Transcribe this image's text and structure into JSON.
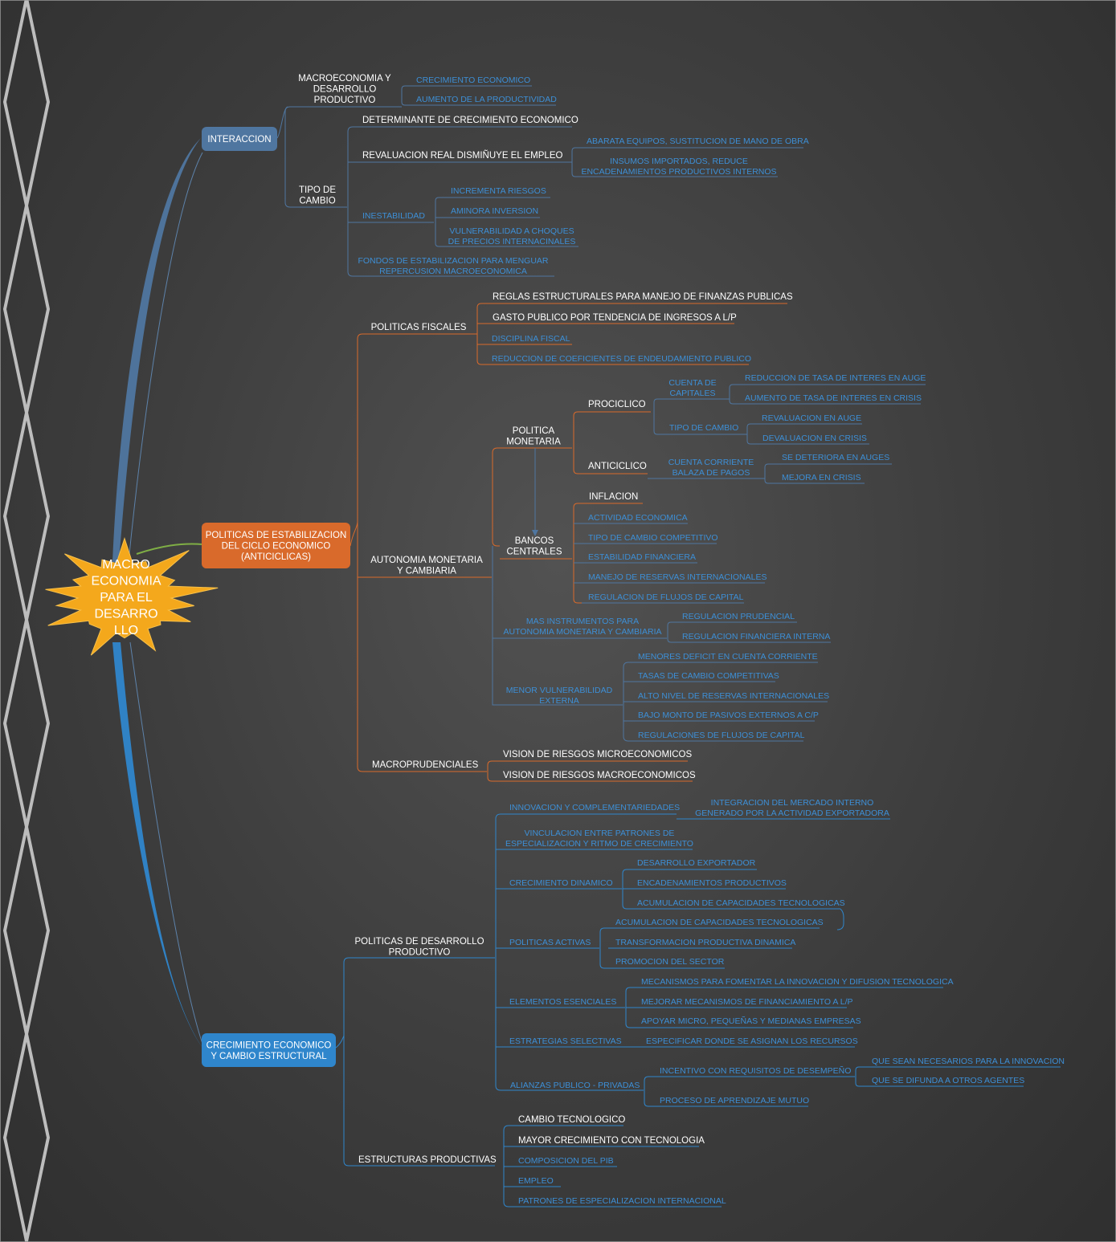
{
  "central": {
    "lines": [
      "MACRO",
      "ECONOMIA",
      "PARA EL",
      "DESARRO",
      "LLO"
    ]
  },
  "colors": {
    "interaccion": "#4f76a0",
    "politicas": "#d96a2b",
    "crecimiento": "#2f86cc",
    "blue_text": "#3d8fd6",
    "bg": "#3d3d3d"
  },
  "branches": [
    {
      "id": "interaccion",
      "lines": [
        "INTERACCION"
      ]
    },
    {
      "id": "politicas",
      "lines": [
        "POLITICAS DE ESTABILIZACION",
        "DEL CICLO ECONOMICO",
        "(ANTICICLICAS)"
      ]
    },
    {
      "id": "crecimiento",
      "lines": [
        "CRECIMIENTO ECONOMICO",
        "Y CAMBIO ESTRUCTURAL"
      ]
    }
  ],
  "nodes": [
    {
      "id": "n1",
      "lines": [
        "MACROECONOMIA Y",
        "DESARROLLO",
        "PRODUCTIVO"
      ],
      "style": "w"
    },
    {
      "id": "n2",
      "lines": [
        "CRECIMIENTO ECONOMICO"
      ],
      "style": "b"
    },
    {
      "id": "n3",
      "lines": [
        "AUMENTO DE LA PRODUCTIVIDAD"
      ],
      "style": "b"
    },
    {
      "id": "n4",
      "lines": [
        "TIPO DE",
        "CAMBIO"
      ],
      "style": "w"
    },
    {
      "id": "n5",
      "lines": [
        "DETERMINANTE DE CRECIMIENTO ECONOMICO"
      ],
      "style": "w"
    },
    {
      "id": "n6",
      "lines": [
        "REVALUACION REAL DISMIÑUYE EL EMPLEO"
      ],
      "style": "w"
    },
    {
      "id": "n7",
      "lines": [
        "ABARATA EQUIPOS, SUSTITUCION DE MANO DE OBRA"
      ],
      "style": "b"
    },
    {
      "id": "n8",
      "lines": [
        "INSUMOS IMPORTADOS, REDUCE",
        "ENCADENAMIENTOS PRODUCTIVOS INTERNOS"
      ],
      "style": "b"
    },
    {
      "id": "n9",
      "lines": [
        "INESTABILIDAD"
      ],
      "style": "b"
    },
    {
      "id": "n10",
      "lines": [
        "INCREMENTA RIESGOS"
      ],
      "style": "b"
    },
    {
      "id": "n11",
      "lines": [
        "AMINORA INVERSION"
      ],
      "style": "b"
    },
    {
      "id": "n12",
      "lines": [
        "VULNERABILIDAD A CHOQUES",
        "DE PRECIOS INTERNACINALES"
      ],
      "style": "b"
    },
    {
      "id": "n13",
      "lines": [
        "FONDOS DE ESTABILIZACION PARA MENGUAR",
        "REPERCUSION MACROECONOMICA"
      ],
      "style": "b"
    },
    {
      "id": "p1",
      "lines": [
        "POLITICAS FISCALES"
      ],
      "style": "w"
    },
    {
      "id": "p2",
      "lines": [
        "REGLAS ESTRUCTURALES PARA MANEJO DE FINANZAS PUBLICAS"
      ],
      "style": "w"
    },
    {
      "id": "p3",
      "lines": [
        "GASTO PUBLICO POR TENDENCIA DE INGRESOS A L/P"
      ],
      "style": "w"
    },
    {
      "id": "p4",
      "lines": [
        "DISCIPLINA FISCAL"
      ],
      "style": "b"
    },
    {
      "id": "p5",
      "lines": [
        "REDUCCION DE COEFICIENTES DE ENDEUDAMIENTO PUBLICO"
      ],
      "style": "b"
    },
    {
      "id": "p6",
      "lines": [
        "AUTONOMIA MONETARIA",
        "Y CAMBIARIA"
      ],
      "style": "w"
    },
    {
      "id": "p7",
      "lines": [
        "POLITICA",
        "MONETARIA"
      ],
      "style": "w"
    },
    {
      "id": "p8",
      "lines": [
        "PROCICLICO"
      ],
      "style": "w"
    },
    {
      "id": "p9",
      "lines": [
        "CUENTA DE",
        "CAPITALES"
      ],
      "style": "b"
    },
    {
      "id": "p10",
      "lines": [
        "REDUCCION DE TASA DE INTERES EN AUGE"
      ],
      "style": "b"
    },
    {
      "id": "p11",
      "lines": [
        "AUMENTO DE TASA DE INTERES EN CRISIS"
      ],
      "style": "b"
    },
    {
      "id": "p12",
      "lines": [
        "TIPO DE CAMBIO"
      ],
      "style": "b"
    },
    {
      "id": "p13",
      "lines": [
        "REVALUACION EN AUGE"
      ],
      "style": "b"
    },
    {
      "id": "p14",
      "lines": [
        "DEVALUACION EN CRISIS"
      ],
      "style": "b"
    },
    {
      "id": "p15",
      "lines": [
        "ANTICICLICO"
      ],
      "style": "w"
    },
    {
      "id": "p16",
      "lines": [
        "CUENTA CORRIENTE",
        "BALAZA DE PAGOS"
      ],
      "style": "b"
    },
    {
      "id": "p17",
      "lines": [
        "SE DETERIORA EN AUGES"
      ],
      "style": "b"
    },
    {
      "id": "p18",
      "lines": [
        "MEJORA EN CRISIS"
      ],
      "style": "b"
    },
    {
      "id": "p19",
      "lines": [
        "BANCOS",
        "CENTRALES"
      ],
      "style": "w"
    },
    {
      "id": "p20",
      "lines": [
        "INFLACION"
      ],
      "style": "w"
    },
    {
      "id": "p21",
      "lines": [
        "ACTIVIDAD ECONOMICA"
      ],
      "style": "b"
    },
    {
      "id": "p22",
      "lines": [
        "TIPO DE CAMBIO COMPETITIVO"
      ],
      "style": "b"
    },
    {
      "id": "p23",
      "lines": [
        "ESTABILIDAD FINANCIERA"
      ],
      "style": "b"
    },
    {
      "id": "p24",
      "lines": [
        "MANEJO DE RESERVAS INTERNACIONALES"
      ],
      "style": "b"
    },
    {
      "id": "p25",
      "lines": [
        "REGULACION DE FLUJOS DE CAPITAL"
      ],
      "style": "b"
    },
    {
      "id": "p26",
      "lines": [
        "MAS INSTRUMENTOS PARA",
        "AUTONOMIA MONETARIA Y CAMBIARIA"
      ],
      "style": "b"
    },
    {
      "id": "p27",
      "lines": [
        "REGULACION PRUDENCIAL"
      ],
      "style": "b"
    },
    {
      "id": "p28",
      "lines": [
        "REGULACION FINANCIERA INTERNA"
      ],
      "style": "b"
    },
    {
      "id": "p29",
      "lines": [
        "MENOR VULNERABILIDAD",
        "EXTERNA"
      ],
      "style": "b"
    },
    {
      "id": "p30",
      "lines": [
        "MENORES DEFICIT EN CUENTA CORRIENTE"
      ],
      "style": "b"
    },
    {
      "id": "p31",
      "lines": [
        "TASAS DE CAMBIO COMPETITIVAS"
      ],
      "style": "b"
    },
    {
      "id": "p32",
      "lines": [
        "ALTO NIVEL DE RESERVAS INTERNACIONALES"
      ],
      "style": "b"
    },
    {
      "id": "p33",
      "lines": [
        "BAJO MONTO DE PASIVOS EXTERNOS A C/P"
      ],
      "style": "b"
    },
    {
      "id": "p34",
      "lines": [
        "REGULACIONES DE FLUJOS DE CAPITAL"
      ],
      "style": "b"
    },
    {
      "id": "p35",
      "lines": [
        "MACROPRUDENCIALES"
      ],
      "style": "w"
    },
    {
      "id": "p36",
      "lines": [
        "VISION DE RIESGOS MICROECONOMICOS"
      ],
      "style": "w"
    },
    {
      "id": "p37",
      "lines": [
        "VISION DE RIESGOS MACROECONOMICOS"
      ],
      "style": "w"
    },
    {
      "id": "c1",
      "lines": [
        "POLITICAS DE DESARROLLO",
        "PRODUCTIVO"
      ],
      "style": "w"
    },
    {
      "id": "c2",
      "lines": [
        "INNOVACION Y COMPLEMENTARIEDADES"
      ],
      "style": "b"
    },
    {
      "id": "c3",
      "lines": [
        "INTEGRACION DEL MERCADO INTERNO",
        "GENERADO POR LA ACTIVIDAD EXPORTADORA"
      ],
      "style": "b"
    },
    {
      "id": "c4",
      "lines": [
        "VINCULACION ENTRE PATRONES DE",
        "ESPECIALIZACION Y RITMO DE CRECIMIENTO"
      ],
      "style": "b"
    },
    {
      "id": "c5",
      "lines": [
        "CRECIMIENTO DINAMICO"
      ],
      "style": "b"
    },
    {
      "id": "c6",
      "lines": [
        "DESARROLLO EXPORTADOR"
      ],
      "style": "b"
    },
    {
      "id": "c7",
      "lines": [
        "ENCADENAMIENTOS PRODUCTIVOS"
      ],
      "style": "b"
    },
    {
      "id": "c8",
      "lines": [
        "ACUMULACION DE CAPACIDADES TECNOLOGICAS"
      ],
      "style": "b"
    },
    {
      "id": "c9",
      "lines": [
        "POLITICAS ACTIVAS"
      ],
      "style": "b"
    },
    {
      "id": "c10",
      "lines": [
        "ACUMULACION DE CAPACIDADES TECNOLOGICAS"
      ],
      "style": "b"
    },
    {
      "id": "c11",
      "lines": [
        "TRANSFORMACION PRODUCTIVA DINAMICA"
      ],
      "style": "b"
    },
    {
      "id": "c12",
      "lines": [
        "PROMOCION DEL SECTOR"
      ],
      "style": "b"
    },
    {
      "id": "c13",
      "lines": [
        "ELEMENTOS ESENCIALES"
      ],
      "style": "b"
    },
    {
      "id": "c14",
      "lines": [
        "MECANISMOS PARA FOMENTAR LA INNOVACION Y DIFUSION TECNOLOGICA"
      ],
      "style": "b"
    },
    {
      "id": "c15",
      "lines": [
        "MEJORAR MECANISMOS DE FINANCIAMIENTO A L/P"
      ],
      "style": "b"
    },
    {
      "id": "c16",
      "lines": [
        "APOYAR MICRO, PEQUEÑAS Y MEDIANAS EMPRESAS"
      ],
      "style": "b"
    },
    {
      "id": "c17",
      "lines": [
        "ESTRATEGIAS SELECTIVAS"
      ],
      "style": "b"
    },
    {
      "id": "c18",
      "lines": [
        "ESPECIFICAR DONDE SE ASIGNAN LOS RECURSOS"
      ],
      "style": "b"
    },
    {
      "id": "c19",
      "lines": [
        "ALIANZAS PUBLICO - PRIVADAS"
      ],
      "style": "b"
    },
    {
      "id": "c20",
      "lines": [
        "INCENTIVO CON REQUISITOS DE DESEMPEÑO"
      ],
      "style": "b"
    },
    {
      "id": "c21",
      "lines": [
        "QUE SEAN NECESARIOS PARA LA INNOVACION"
      ],
      "style": "b"
    },
    {
      "id": "c22",
      "lines": [
        "QUE SE DIFUNDA A OTROS AGENTES"
      ],
      "style": "b"
    },
    {
      "id": "c23",
      "lines": [
        "PROCESO DE APRENDIZAJE MUTUO"
      ],
      "style": "b"
    },
    {
      "id": "c24",
      "lines": [
        "ESTRUCTURAS PRODUCTIVAS"
      ],
      "style": "w"
    },
    {
      "id": "c25",
      "lines": [
        "CAMBIO TECNOLOGICO"
      ],
      "style": "w"
    },
    {
      "id": "c26",
      "lines": [
        "MAYOR CRECIMIENTO CON TECNOLOGIA"
      ],
      "style": "w"
    },
    {
      "id": "c27",
      "lines": [
        "COMPOSICION DEL PIB"
      ],
      "style": "b"
    },
    {
      "id": "c28",
      "lines": [
        "EMPLEO"
      ],
      "style": "b"
    },
    {
      "id": "c29",
      "lines": [
        "PATRONES DE ESPECIALIZACION INTERNACIONAL"
      ],
      "style": "b"
    }
  ]
}
